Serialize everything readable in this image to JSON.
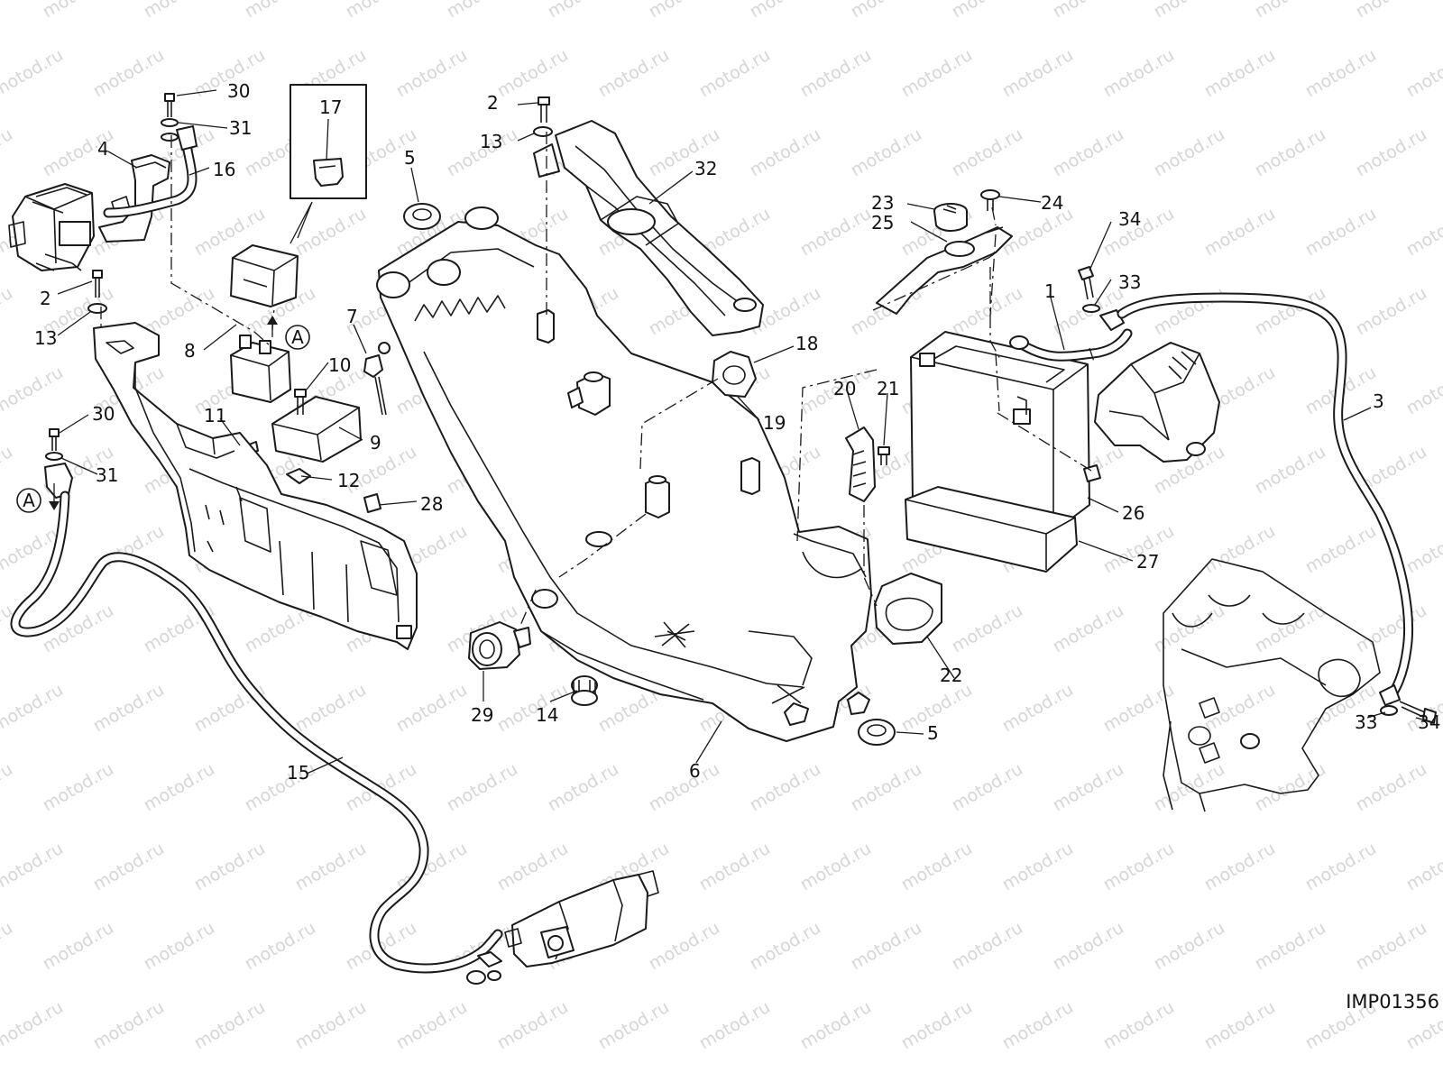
{
  "watermark_text": "motod.ru",
  "image_code": "IMP01356",
  "detail_marker": "A",
  "callouts": [
    {
      "id": "c30a",
      "text": "30"
    },
    {
      "id": "c31a",
      "text": "31"
    },
    {
      "id": "c4",
      "text": "4"
    },
    {
      "id": "c16",
      "text": "16"
    },
    {
      "id": "c17",
      "text": "17"
    },
    {
      "id": "c2a",
      "text": "2"
    },
    {
      "id": "c13a",
      "text": "13"
    },
    {
      "id": "c8",
      "text": "8"
    },
    {
      "id": "c7",
      "text": "7"
    },
    {
      "id": "c10",
      "text": "10"
    },
    {
      "id": "c11",
      "text": "11"
    },
    {
      "id": "c9",
      "text": "9"
    },
    {
      "id": "c12",
      "text": "12"
    },
    {
      "id": "c30b",
      "text": "30"
    },
    {
      "id": "c31b",
      "text": "31"
    },
    {
      "id": "c28",
      "text": "28"
    },
    {
      "id": "c15",
      "text": "15"
    },
    {
      "id": "c5a",
      "text": "5"
    },
    {
      "id": "c2b",
      "text": "2"
    },
    {
      "id": "c13b",
      "text": "13"
    },
    {
      "id": "c32",
      "text": "32"
    },
    {
      "id": "c18",
      "text": "18"
    },
    {
      "id": "c19",
      "text": "19"
    },
    {
      "id": "c29",
      "text": "29"
    },
    {
      "id": "c14",
      "text": "14"
    },
    {
      "id": "c6",
      "text": "6"
    },
    {
      "id": "c5b",
      "text": "5"
    },
    {
      "id": "c20",
      "text": "20"
    },
    {
      "id": "c21",
      "text": "21"
    },
    {
      "id": "c22",
      "text": "22"
    },
    {
      "id": "c23",
      "text": "23"
    },
    {
      "id": "c24",
      "text": "24"
    },
    {
      "id": "c25",
      "text": "25"
    },
    {
      "id": "c34a",
      "text": "34"
    },
    {
      "id": "c33a",
      "text": "33"
    },
    {
      "id": "c1",
      "text": "1"
    },
    {
      "id": "c26",
      "text": "26"
    },
    {
      "id": "c27",
      "text": "27"
    },
    {
      "id": "c3",
      "text": "3"
    },
    {
      "id": "c33b",
      "text": "33"
    },
    {
      "id": "c34b",
      "text": "34"
    }
  ]
}
